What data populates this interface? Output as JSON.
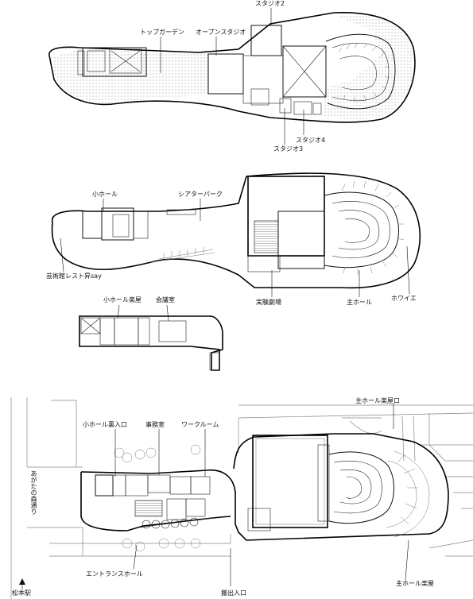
{
  "labels": {
    "studio2": "スタジオ2",
    "top_garden": "トップガーデン",
    "open_studio": "オープンスタジオ",
    "studio4": "スタジオ4",
    "studio3": "スタジオ3",
    "small_hall": "小ホール",
    "theater_park": "シアターパーク",
    "restaurant": "芸術館レスト昇say",
    "experimental_theater": "実験劇場",
    "main_hall": "主ホール",
    "foyer": "ホワイエ",
    "small_hall_green_room": "小ホール楽屋",
    "meeting_room": "会議室",
    "main_hall_green_room_entrance": "主ホール楽屋口",
    "small_hall_entrance": "小ホール裏入口",
    "office": "事務室",
    "workroom": "ワークルーム",
    "agata_street": "あがたの森通り",
    "matsumoto_station": "松本駅",
    "entrance_hall": "エントランスホール",
    "loading_entrance": "搬出入口",
    "main_hall_green_room": "主ホール楽屋"
  },
  "colors": {
    "line": "#111111",
    "hatch": "#555555",
    "road": "#888888"
  }
}
